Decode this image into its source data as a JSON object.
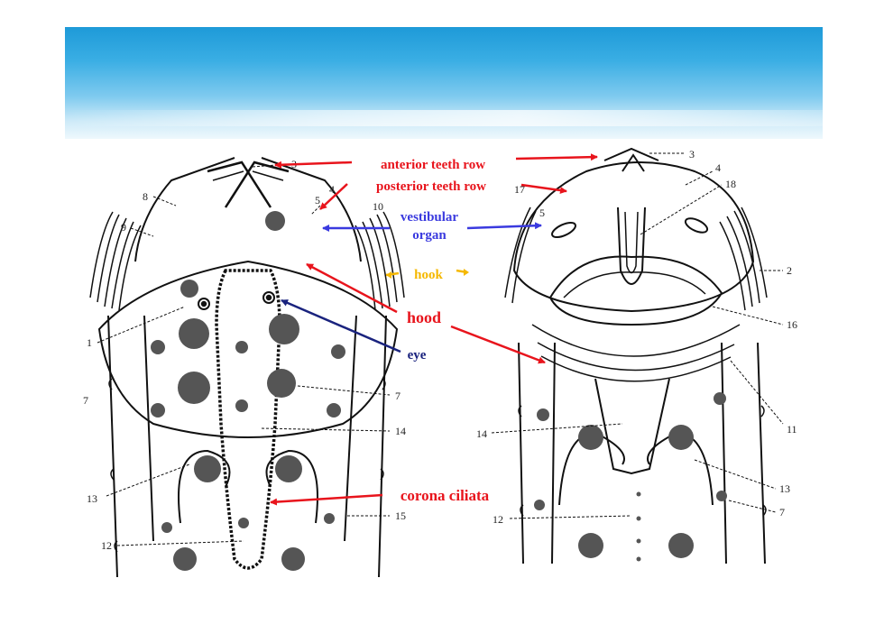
{
  "labels": {
    "anterior_teeth_row": "anterior teeth row",
    "posterior_teeth_row": "posterior teeth row",
    "vestibular_line1": "vestibular",
    "vestibular_line2": "organ",
    "hook": "hook",
    "hood": "hood",
    "eye": "eye",
    "corona_ciliata": "corona ciliata"
  },
  "numbers": {
    "n1": "1",
    "n2": "2",
    "n3": "3",
    "n4": "4",
    "n5": "5",
    "n7": "7",
    "n8": "8",
    "n9": "9",
    "n10": "10",
    "n11": "11",
    "n12": "12",
    "n13": "13",
    "n14": "14",
    "n15": "15",
    "n16": "16",
    "n17": "17",
    "n18": "18"
  },
  "colors": {
    "red": "#e8141c",
    "blue": "#3a3adf",
    "navy": "#1a237e",
    "gold": "#f5b800",
    "banner_top": "#1e9ad8"
  }
}
